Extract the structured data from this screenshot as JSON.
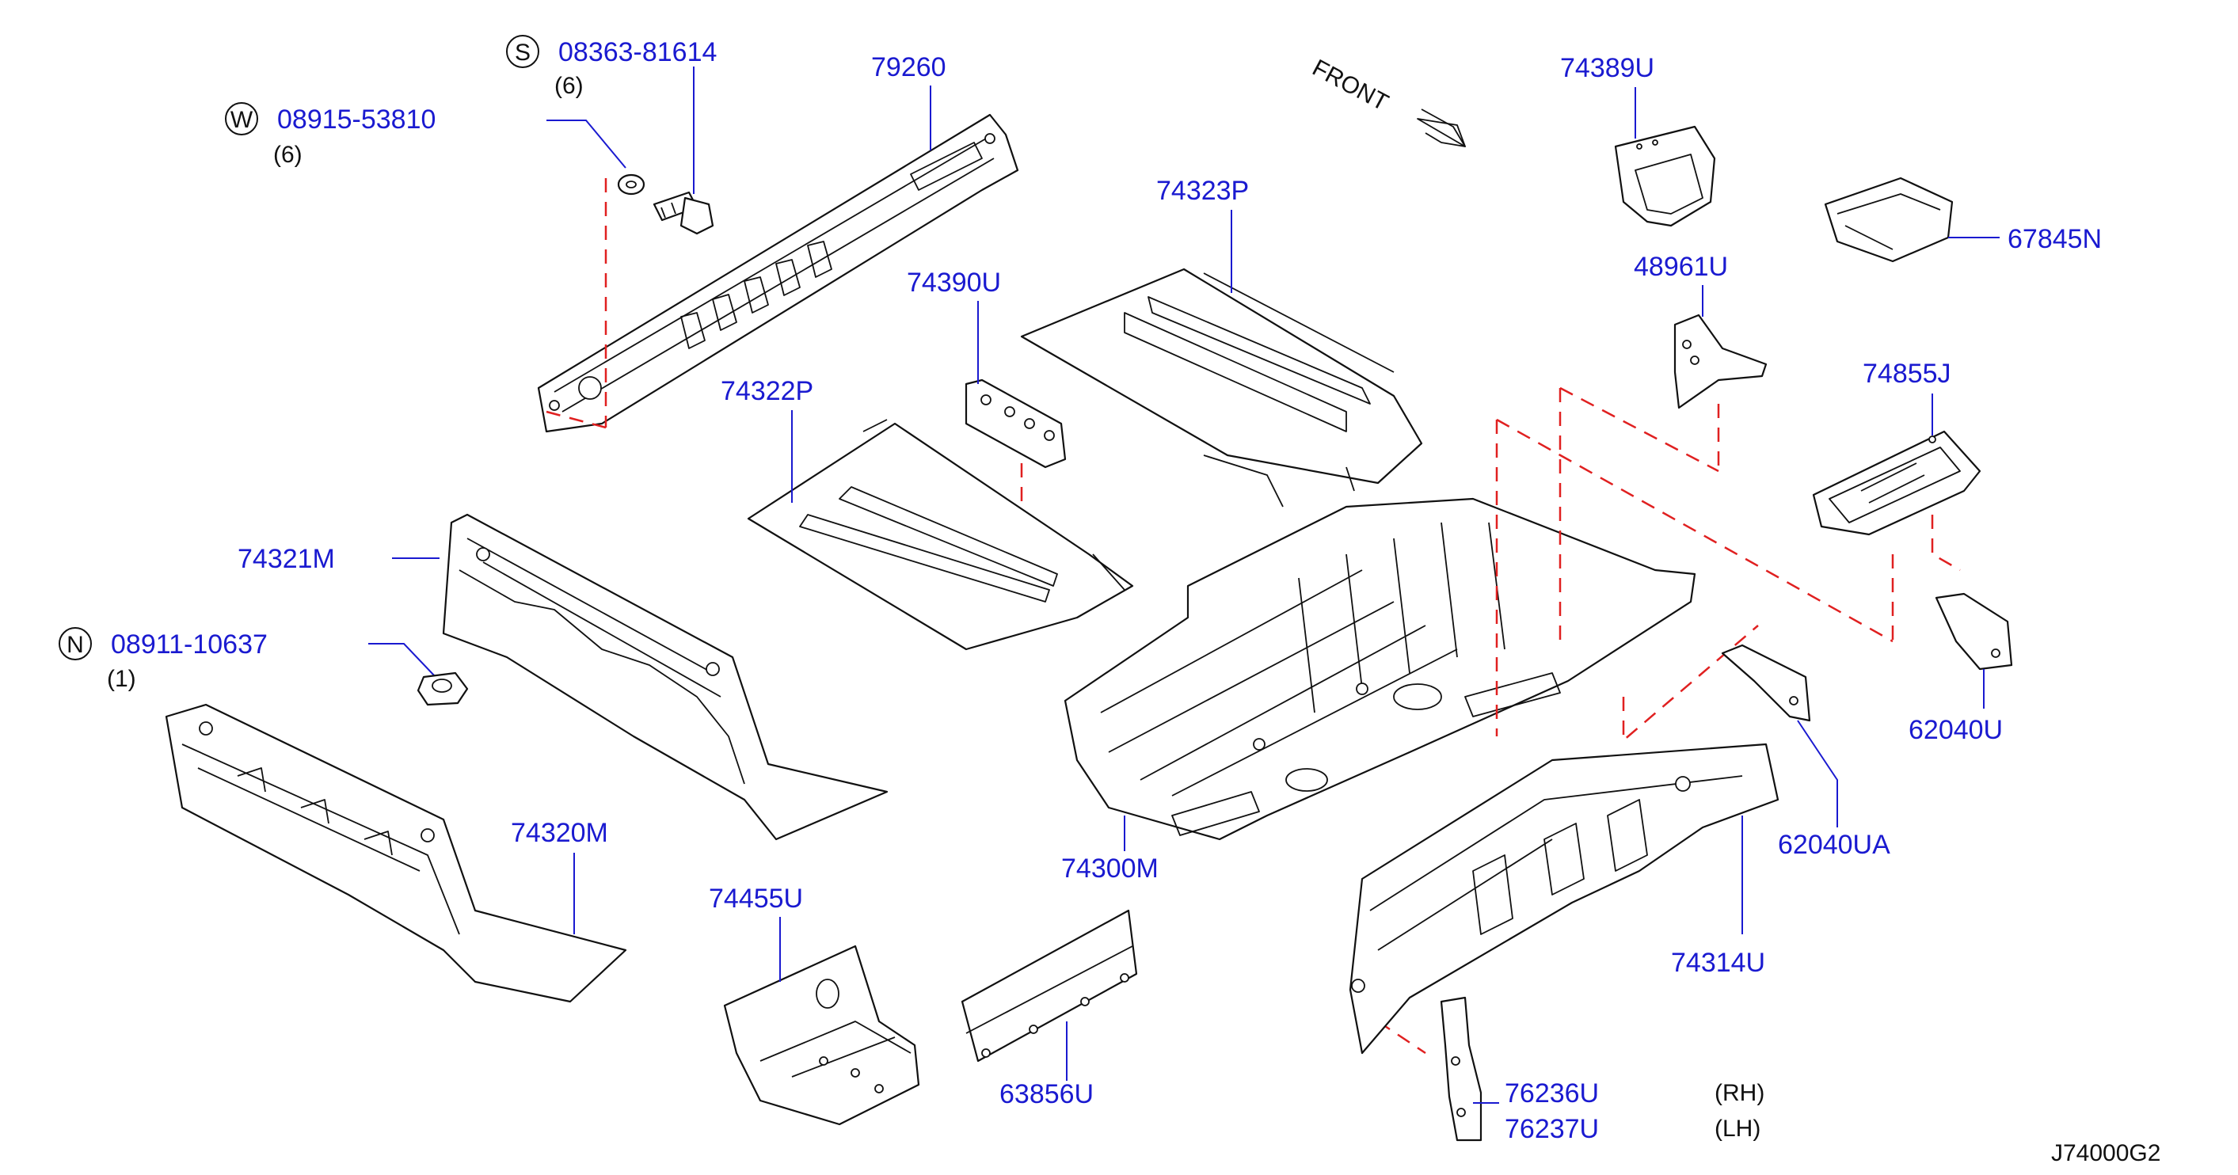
{
  "fasteners": [
    {
      "symbol": "S",
      "part": "08363-81614",
      "qty": "(6)"
    },
    {
      "symbol": "W",
      "part": "08915-53810",
      "qty": "(6)"
    },
    {
      "symbol": "N",
      "part": "08911-10637",
      "qty": "(1)"
    }
  ],
  "parts": {
    "p79260": "79260",
    "p74323P": "74323P",
    "p74390U": "74390U",
    "p74322P": "74322P",
    "p74321M": "74321M",
    "p74320M": "74320M",
    "p74455U": "74455U",
    "p63856U": "63856U",
    "p74300M": "74300M",
    "p74389U": "74389U",
    "p67845N": "67845N",
    "p48961U": "48961U",
    "p74855J": "74855J",
    "p62040U": "62040U",
    "p62040UA": "62040UA",
    "p74314U": "74314U",
    "p76236U": "76236U",
    "p76237U": "76237U"
  },
  "sides": {
    "rh": "(RH)",
    "lh": "(LH)"
  },
  "front_label": "FRONT",
  "diagram_code": "J74000G2",
  "colors": {
    "part_number": "#1a1ad0",
    "dashed_leader": "#e02020",
    "line": "#111111"
  }
}
